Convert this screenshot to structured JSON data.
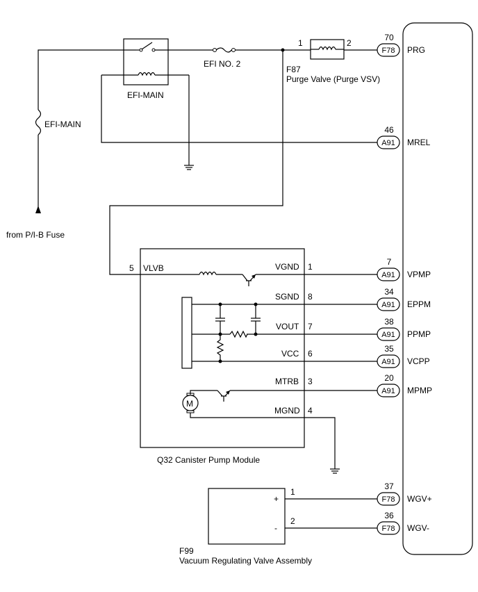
{
  "labels": {
    "fuse_efi_main": "EFI-MAIN",
    "from_fuse": "from P/I-B Fuse",
    "relay": "EFI-MAIN",
    "fuse_efi_no2": "EFI NO. 2",
    "purge_valve_id": "F87",
    "purge_valve_name": "Purge Valve (Purge VSV)",
    "pump_module": "Q32   Canister Pump Module",
    "vrv_id": "F99",
    "vrv_name": "Vacuum Regulating Valve Assembly"
  },
  "purge_valve_pins": [
    "1",
    "2"
  ],
  "pump_left_pin": {
    "num": "5",
    "name": "VLVB"
  },
  "pump_pins": [
    {
      "name": "VGND",
      "num": "1"
    },
    {
      "name": "SGND",
      "num": "8"
    },
    {
      "name": "VOUT",
      "num": "7"
    },
    {
      "name": "VCC",
      "num": "6"
    },
    {
      "name": "MTRB",
      "num": "3"
    },
    {
      "name": "MGND",
      "num": "4"
    }
  ],
  "vrv_pins": [
    {
      "sign": "+",
      "num": "1"
    },
    {
      "sign": "-",
      "num": "2"
    }
  ],
  "ecm_terminals": [
    {
      "pin": "70",
      "conn": "F78",
      "name": "PRG"
    },
    {
      "pin": "46",
      "conn": "A91",
      "name": "MREL"
    },
    {
      "pin": "7",
      "conn": "A91",
      "name": "VPMP"
    },
    {
      "pin": "34",
      "conn": "A91",
      "name": "EPPM"
    },
    {
      "pin": "38",
      "conn": "A91",
      "name": "PPMP"
    },
    {
      "pin": "35",
      "conn": "A91",
      "name": "VCPP"
    },
    {
      "pin": "20",
      "conn": "A91",
      "name": "MPMP"
    },
    {
      "pin": "37",
      "conn": "F78",
      "name": "WGV+"
    },
    {
      "pin": "36",
      "conn": "F78",
      "name": "WGV-"
    }
  ]
}
